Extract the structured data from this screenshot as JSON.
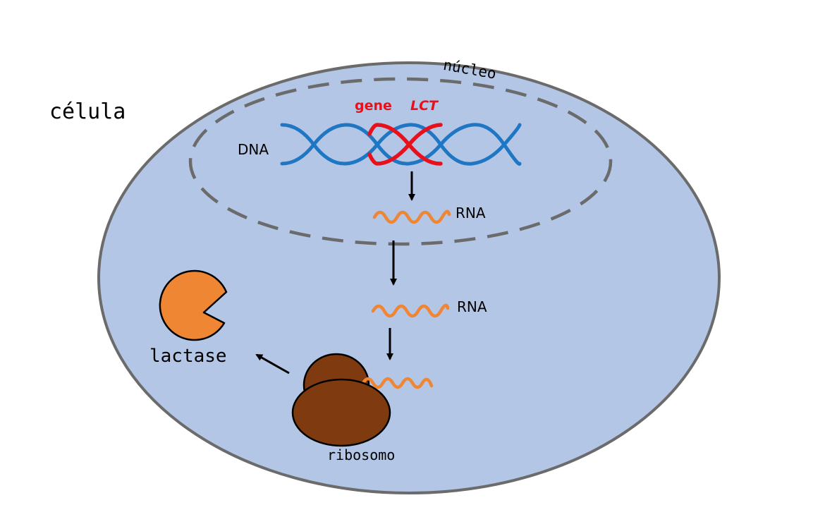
{
  "labels": {
    "cell": "célula",
    "nucleus": "núcleo",
    "gene": "gene",
    "gene_name": "LCT",
    "dna": "DNA",
    "rna_nucleus": "RNA",
    "rna_cytoplasm": "RNA",
    "lactase": "lactase",
    "ribosome": "ribosomo"
  },
  "colors": {
    "cell_fill": "#b3c6e6",
    "cell_stroke": "#6b6b6b",
    "nucleus_stroke": "#6b6b6b",
    "dna": "#1f77c4",
    "gene": "#e8101a",
    "rna": "#ee8633",
    "ribosome": "#7f3b0f",
    "lactase": "#ee8633",
    "arrow": "#000000",
    "text": "#000000"
  }
}
